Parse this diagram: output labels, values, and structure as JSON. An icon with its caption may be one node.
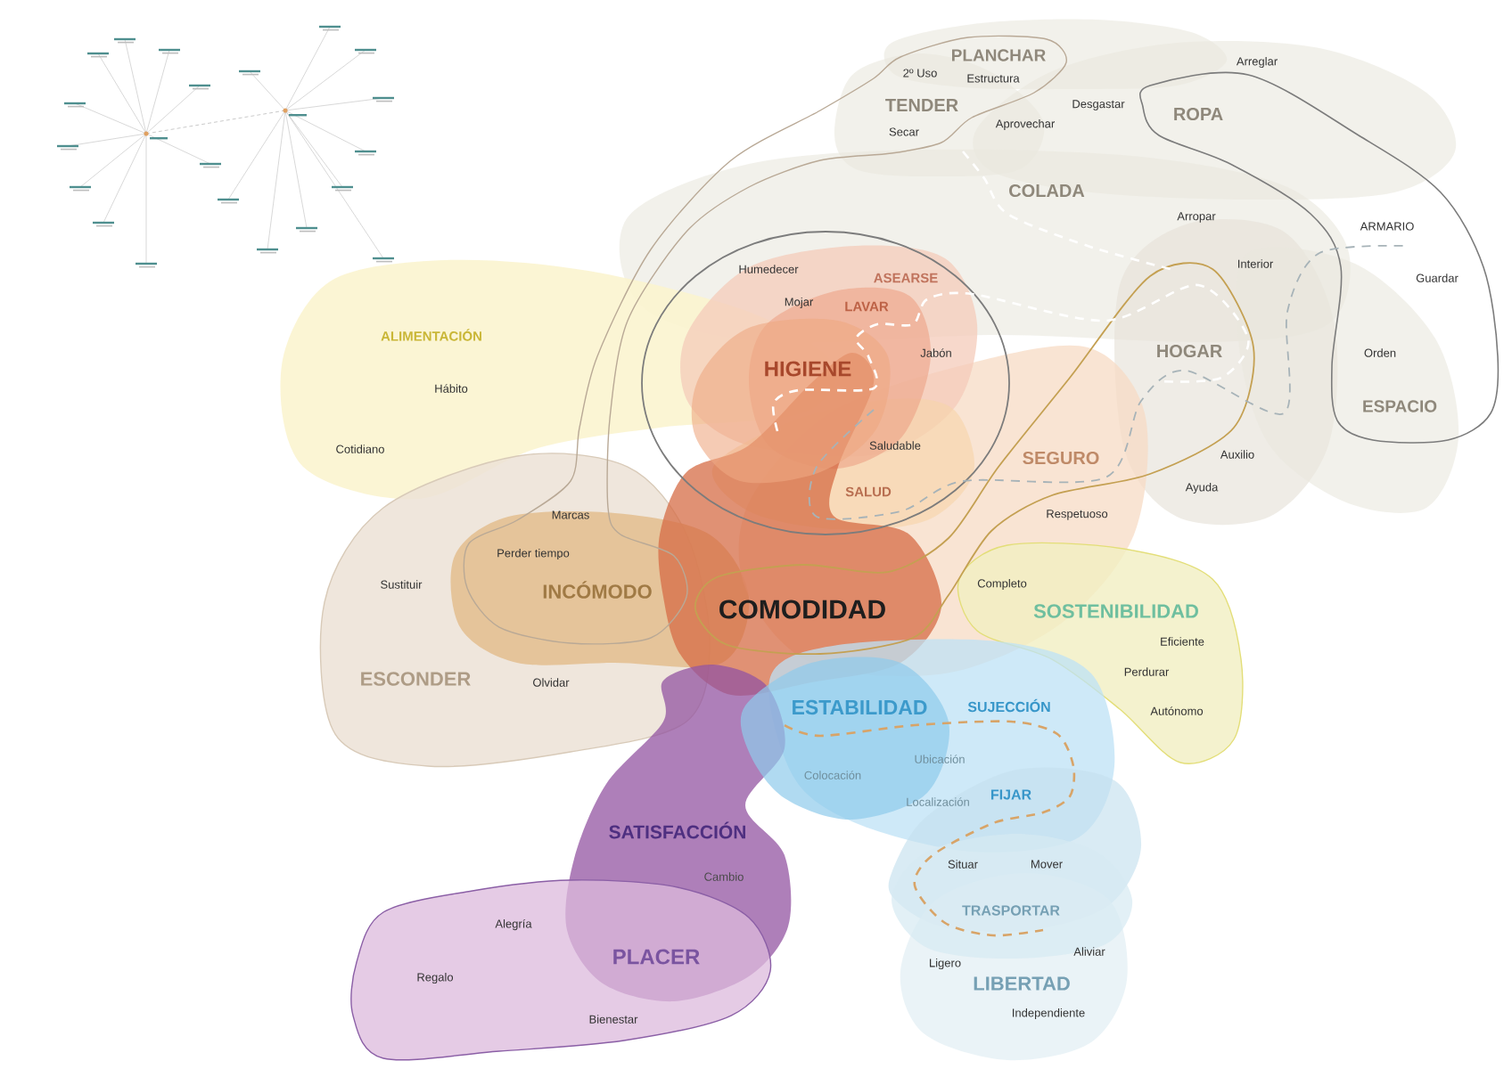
{
  "diagram": {
    "nodes": [
      {
        "text": [
          "PLANCHAR"
        ]
      },
      {
        "text": [
          "TENDER"
        ]
      },
      {
        "text": [
          "ROPA"
        ]
      },
      {
        "text": [
          "COLADA"
        ]
      },
      {
        "text": [
          "ASEARSE"
        ]
      },
      {
        "text": [
          "LAVAR"
        ]
      },
      {
        "text": [
          "ALIMENTACIÓN"
        ]
      },
      {
        "text": [
          "HOGAR"
        ]
      },
      {
        "text": [
          "HIGIENE"
        ]
      },
      {
        "text": [
          "ESPACIO"
        ]
      },
      {
        "text": [
          "SEGURO"
        ]
      },
      {
        "text": [
          "SALUD"
        ]
      },
      {
        "text": [
          "INCÓMODO"
        ]
      },
      {
        "text": [
          "COMODIDAD"
        ]
      },
      {
        "text": [
          "SOSTENIBILIDAD"
        ]
      },
      {
        "text": [
          "ESCONDER"
        ]
      },
      {
        "text": [
          "ESTABILIDAD"
        ]
      },
      {
        "text": [
          "SUJECCIÓN"
        ]
      },
      {
        "text": [
          "FIJAR"
        ]
      },
      {
        "text": [
          "SATISFACCIÓN"
        ]
      },
      {
        "text": [
          "TRASPORTAR"
        ]
      },
      {
        "text": [
          "PLACER"
        ]
      },
      {
        "text": [
          "LIBERTAD"
        ]
      }
    ],
    "labels": [
      "Arreglar",
      "2º Uso",
      "Estructura",
      "Desgastar",
      "Aprovechar",
      "Secar",
      "Arropar",
      "ARMARIO",
      "Interior",
      "Humedecer",
      "Guardar",
      "Mojar",
      "Jabón",
      "Orden",
      "Hábito",
      "Cotidiano",
      "Saludable",
      "Auxilio",
      "Ayuda",
      "Marcas",
      "Respetuoso",
      "Perder tiempo",
      "Sustituir",
      "Completo",
      "Eficiente",
      "Perdurar",
      "Olvidar",
      "Autónomo",
      "Ubicación",
      "Colocación",
      "Localización",
      "Situar",
      "Mover",
      "Cambio",
      "Alegría",
      "Aliviar",
      "Ligero",
      "Regalo",
      "Independiente",
      "Bienestar"
    ]
  }
}
